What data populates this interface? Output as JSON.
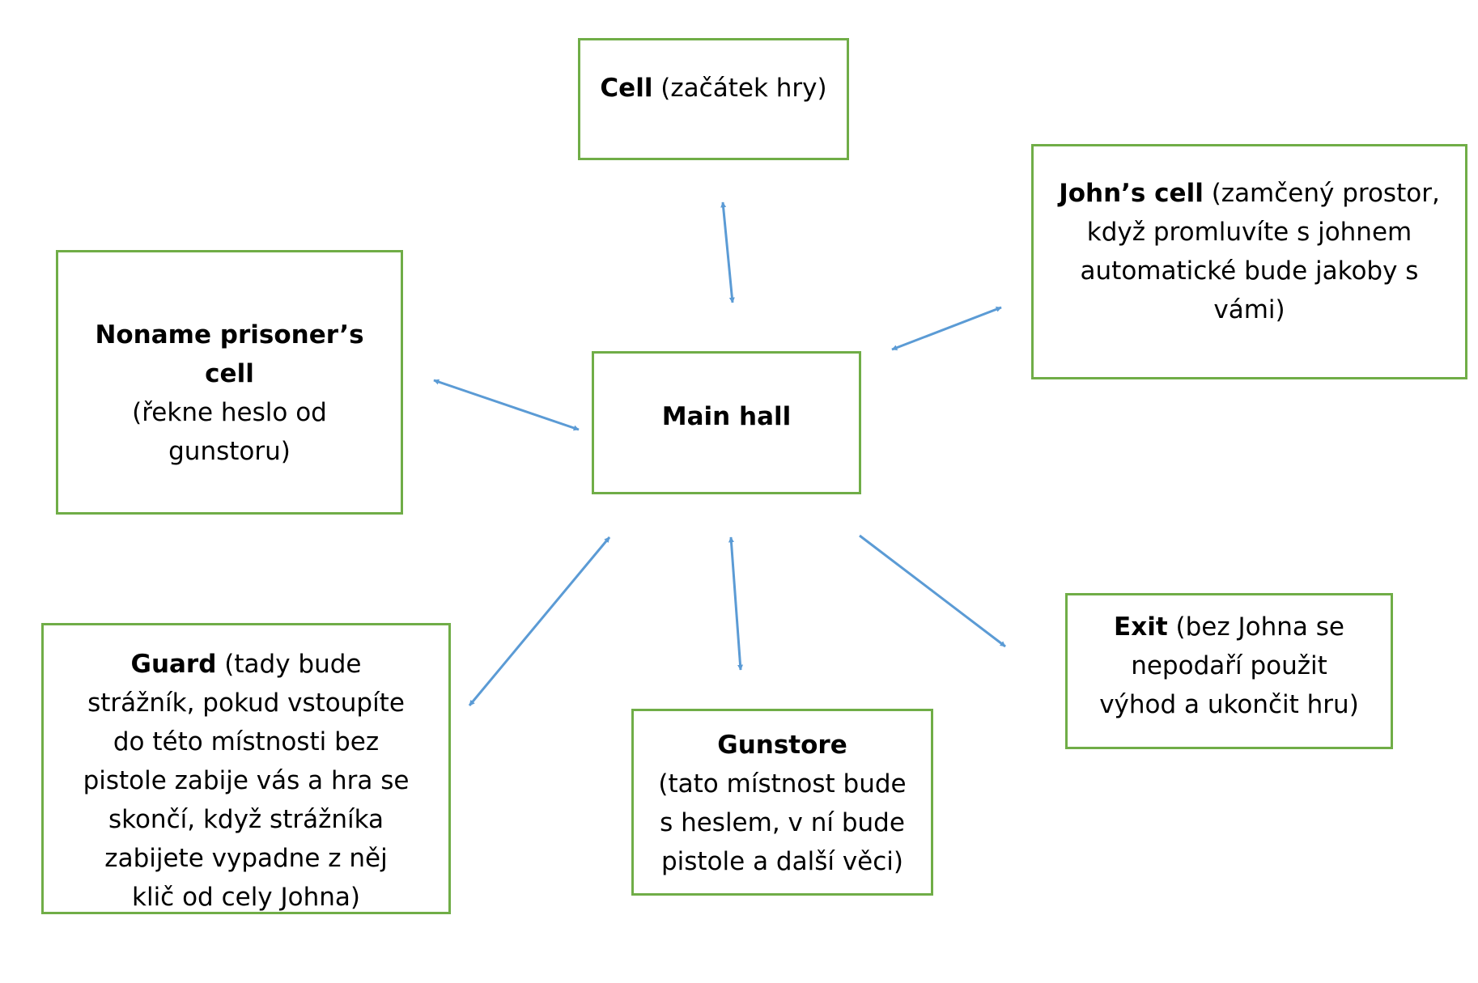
{
  "nodes": {
    "cell": {
      "title": "Cell",
      "detail": " (začátek hry)"
    },
    "johns_cell": {
      "title": "John’s cell",
      "detail": " (zamčený prostor, když promluvíte s johnem automatické bude jakoby s vámi)"
    },
    "noname_cell": {
      "title": "Noname prisoner’s cell",
      "detail": "(řekne heslo od gunstoru)"
    },
    "main_hall": {
      "title": "Main hall",
      "detail": ""
    },
    "guard": {
      "title": "Guard",
      "detail": " (tady bude strážník, pokud vstoupíte do této místnosti bez pistole zabije vás a hra se skončí, když strážníka zabijete vypadne z něj klič od cely Johna)"
    },
    "gunstore": {
      "title": "Gunstore",
      "detail": "(tato místnost bude s heslem, v ní bude pistole a další věci)"
    },
    "exit": {
      "title": "Exit",
      "detail": " (bez Johna se nepodaří použit výhod a ukončit hru)"
    }
  },
  "edges": [
    {
      "from": "cell",
      "to": "main_hall",
      "direction": "both"
    },
    {
      "from": "johns_cell",
      "to": "main_hall",
      "direction": "both"
    },
    {
      "from": "noname_cell",
      "to": "main_hall",
      "direction": "both"
    },
    {
      "from": "guard",
      "to": "main_hall",
      "direction": "both"
    },
    {
      "from": "gunstore",
      "to": "main_hall",
      "direction": "both"
    },
    {
      "from": "main_hall",
      "to": "exit",
      "direction": "forward"
    }
  ],
  "colors": {
    "box_border": "#70ad47",
    "arrow": "#5b9bd5",
    "text": "#000000",
    "background": "#ffffff"
  }
}
